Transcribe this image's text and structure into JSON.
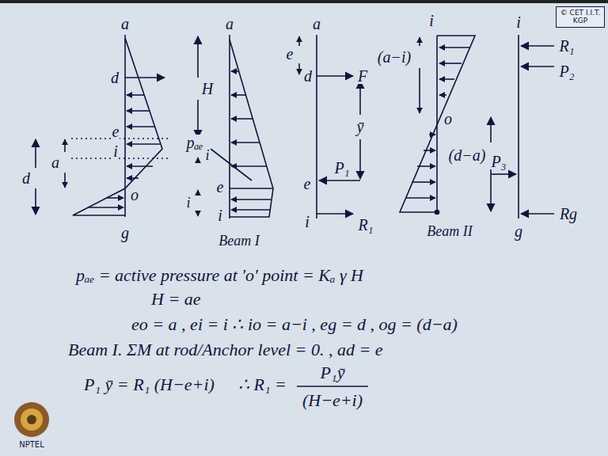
{
  "diagram": {
    "nodes": [
      {
        "text": [
          "© CET I.I.T. KGP"
        ]
      }
    ],
    "labels": [
      "a",
      "d",
      "H",
      "e",
      "i",
      "i",
      "a",
      "d",
      "o",
      "g",
      "a",
      "pₐₑ",
      "e",
      "i",
      "i",
      "Beam I",
      "a",
      "e",
      "d",
      "F",
      "ȳ",
      "P₁",
      "e",
      "i",
      "R₁",
      "i",
      "(a−i)",
      "o",
      "(d−a)",
      "Beam II",
      "i",
      "R₁",
      "P₂",
      "P₃",
      "g",
      "Rg",
      "NPTEL",
      "pₐₑ = active pressure at 'o' point = Kₐ γ H",
      "H = ae",
      "eo = a , ei = i ∴ io = a−i , eg = d , og = (d−a)",
      "Beam I. ΣM at rod/Anchor level = 0. , ad = e",
      "P₁ ȳ = R₁ (H−e+i)",
      "∴ R₁ =",
      "P₁ȳ",
      "(H−e+i)"
    ]
  }
}
